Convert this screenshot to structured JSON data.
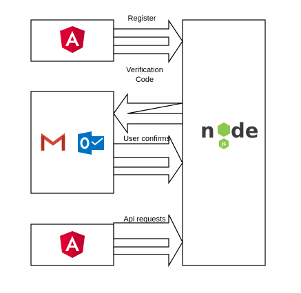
{
  "labels": {
    "register": "Register",
    "verification_line1": "Verification",
    "verification_line2": "Code",
    "user_confirms": "User confirms",
    "api_requests": "Api requests"
  },
  "icons": {
    "top_client": "angular-logo-icon",
    "mail_client_1": "gmail-logo-icon",
    "mail_client_2": "outlook-logo-icon",
    "bottom_client": "angular-logo-icon",
    "server": "nodejs-logo-icon"
  },
  "server_logo": {
    "text_left": "n",
    "text_right": "de",
    "badge": "JS"
  },
  "colors": {
    "angular_red": "#dd0031",
    "angular_dark": "#c3002f",
    "gmail_red": "#d44638",
    "outlook_blue": "#0072c6",
    "node_green": "#8cc84b",
    "node_gray": "#3c3c3c"
  }
}
